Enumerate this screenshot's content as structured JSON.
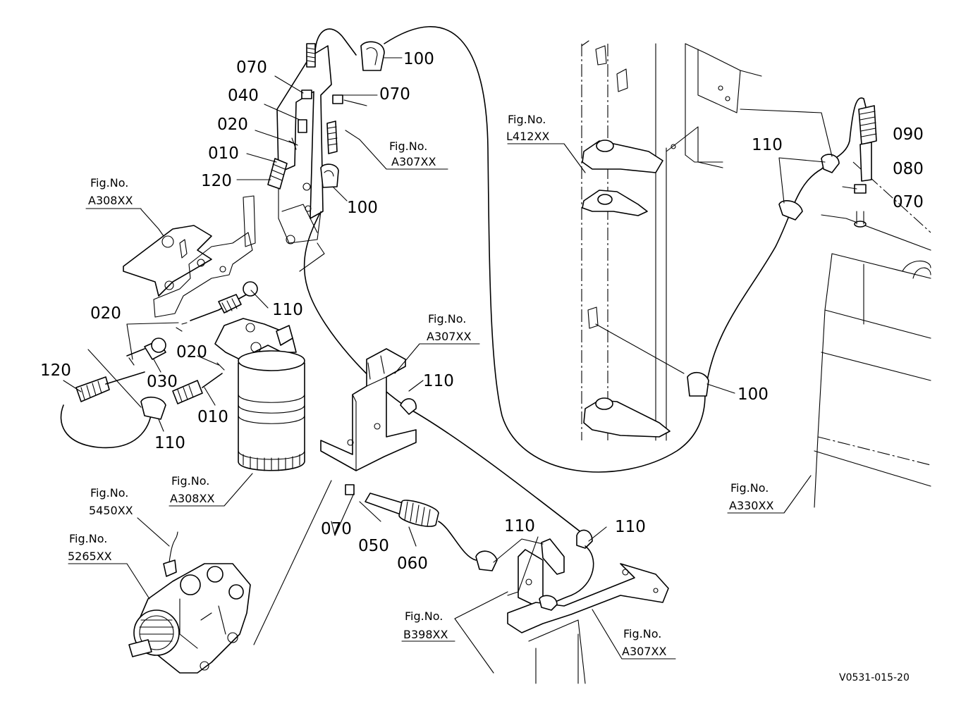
{
  "diagram": {
    "drawing_code": "V0531-015-20",
    "part_callouts": {
      "p100_top": "100",
      "p070_a": "070",
      "p070_b": "070",
      "p040": "040",
      "p020_a": "020",
      "p010_a": "010",
      "p120_a": "120",
      "p100_mid": "100",
      "p110_a": "110",
      "p020_b": "020",
      "p020_c": "020",
      "p030": "030",
      "p120_b": "120",
      "p110_b": "110",
      "p010_b": "010",
      "p110_c": "110",
      "p070_c": "070",
      "p050": "050",
      "p060": "060",
      "p110_d": "110",
      "p110_e": "110",
      "p110_f": "110",
      "p090": "090",
      "p080": "080",
      "p070_d": "070",
      "p100_right": "100"
    },
    "figure_refs": {
      "a307_top": {
        "label": "Fig.No.",
        "code": "A307XX"
      },
      "a308_left": {
        "label": "Fig.No.",
        "code": "A308XX"
      },
      "l412": {
        "label": "Fig.No.",
        "code": "L412XX"
      },
      "a307_mid": {
        "label": "Fig.No.",
        "code": "A307XX"
      },
      "a308_filter": {
        "label": "Fig.No.",
        "code": "A308XX"
      },
      "r5450": {
        "label": "Fig.No.",
        "code": "5450XX"
      },
      "r5265": {
        "label": "Fig.No.",
        "code": "5265XX"
      },
      "a330": {
        "label": "Fig.No.",
        "code": "A330XX"
      },
      "b398": {
        "label": "Fig.No.",
        "code": "B398XX"
      },
      "a307_bottom": {
        "label": "Fig.No.",
        "code": "A307XX"
      }
    }
  }
}
